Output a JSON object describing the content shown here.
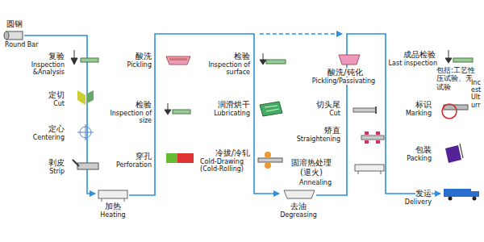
{
  "diagram": {
    "labels": [
      "圆钢",
      "Round Bar",
      "复验",
      "Inspection &Analysis",
      "定切",
      "Cut",
      "定心",
      "Centering",
      "剥皮",
      "Strip",
      "加热",
      "Heating",
      "酸洗",
      "Pickling",
      "检验",
      "Inspection of size",
      "穿孔",
      "Perforation",
      "检验",
      "Inspection of surface",
      "润滑烘干",
      "Lubricating",
      "冷拔/冷轧",
      "Cold-Drawing (Cold-Rolling)",
      "去油",
      "Degreasing",
      "酸洗/钝化",
      "Pickling/Passivating",
      "切头尾",
      "Cut",
      "矫直",
      "Straightening",
      "固溶热处理 (退火)",
      "Annealing",
      "成品检验",
      "Last inspection",
      "包括:工艺性 压试验、无 试验",
      "Inc est Ult urr",
      "标识",
      "Marking",
      "包装",
      "Packing",
      "发运",
      "Delivery"
    ]
  }
}
